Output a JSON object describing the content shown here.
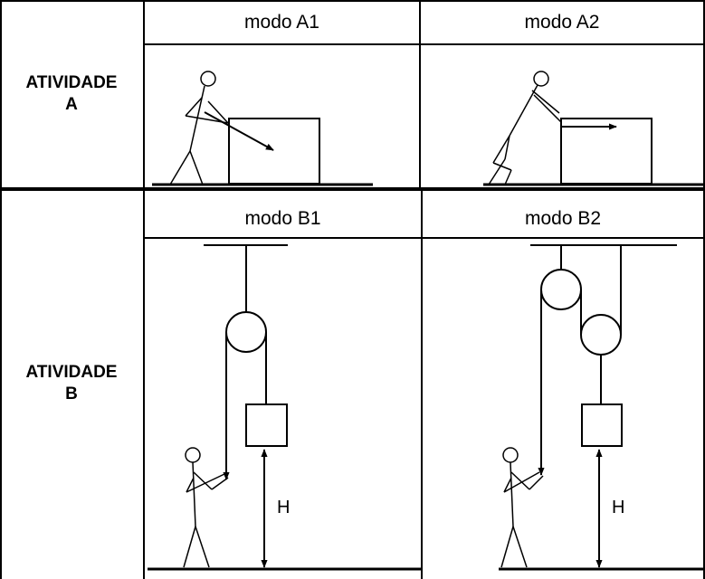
{
  "activity_a": {
    "label_line1": "ATIVIDADE",
    "label_line2": "A",
    "mode1_title": "modo A1",
    "mode2_title": "modo A2"
  },
  "activity_b": {
    "label_line1": "ATIVIDADE",
    "label_line2": "B",
    "mode1_title": "modo B1",
    "mode2_title": "modo B2",
    "height_label": "H"
  }
}
